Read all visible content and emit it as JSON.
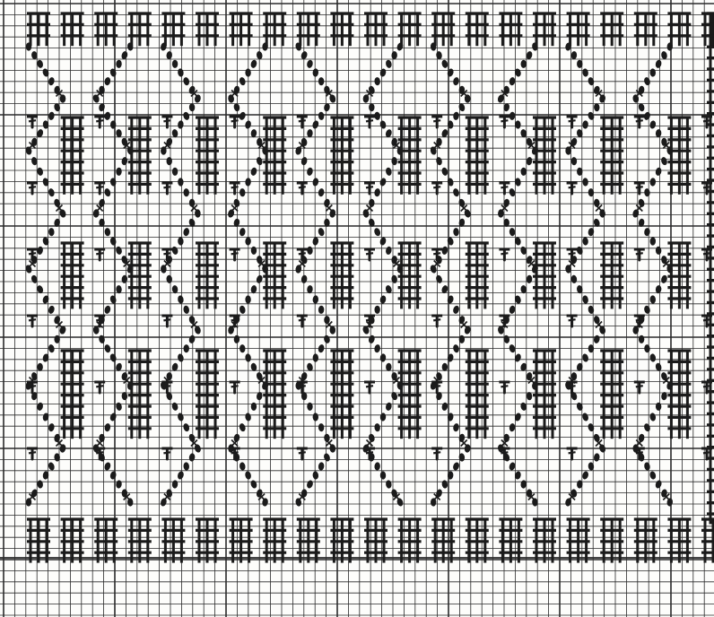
{
  "diagram": {
    "kind": "crochet-chart",
    "symbols": [
      "double-crochet",
      "chain-stitch",
      "single-crochet"
    ],
    "ink_color": "#1b1b1b",
    "paper_color": "#fdfdfb",
    "grid_color": "#2a2a2a"
  }
}
